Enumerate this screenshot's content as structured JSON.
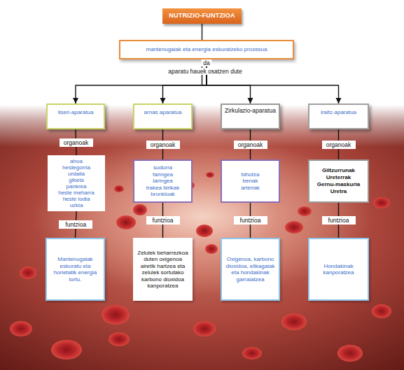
{
  "diagram": {
    "nodes": [
      {
        "text": [
          "NUTRIZIO-FUNTZIOA"
        ]
      },
      {
        "text": [
          "mantenugaiak eta energia eskuratzeko prozesua"
        ]
      },
      {
        "text": [
          "liseri-aparatua"
        ]
      },
      {
        "text": [
          "arnas aparatua"
        ]
      },
      {
        "text": [
          "Zirkulazio-aparatua"
        ]
      },
      {
        "text": [
          "iraitz-aparatua"
        ]
      },
      {
        "text": [
          "ahoa",
          "hestegorria",
          "urdaila",
          "gibela",
          "pankrea",
          "heste meharra",
          "heste lodia",
          "uzkia"
        ]
      },
      {
        "text": [
          "sudurra",
          "faringea",
          "laringea",
          "trakea birikak",
          "bronkioak"
        ]
      },
      {
        "text": [
          "bihotza",
          "benak",
          "arteriak"
        ]
      },
      {
        "text": [
          "Giltzurrunak",
          "Ureterrak",
          "Gernu-maskuria",
          "Uretra"
        ]
      },
      {
        "text": [
          "Mantenugaiak eskuratu eta horietatik energia lortu."
        ]
      },
      {
        "text": [
          "Zelulek beharrezkoa duten oxigenoa airetik hartzea eta zelulek sortutako karbono dioxidoa kanporatzea"
        ]
      },
      {
        "text": [
          "Oxigenoa, karbono dioxidoa, elikagaiak eta hondakinak garraiatzea"
        ]
      },
      {
        "text": [
          "Hondakinak kanporatzea"
        ]
      }
    ],
    "edges": [
      {
        "from": 0,
        "to": 1,
        "label": "da",
        "arrow": "to"
      },
      {
        "from": 1,
        "to": 2,
        "arrow": "to"
      },
      {
        "from": 1,
        "to": 3,
        "arrow": "to"
      },
      {
        "from": 1,
        "to": 4,
        "arrow": "to"
      },
      {
        "from": 1,
        "to": 5,
        "arrow": "to"
      },
      {
        "from": 2,
        "to": 6,
        "label": "organoak",
        "arrow": "none"
      },
      {
        "from": 3,
        "to": 7,
        "label": "organoak",
        "arrow": "none"
      },
      {
        "from": 4,
        "to": 8,
        "label": "organoak",
        "arrow": "none"
      },
      {
        "from": 5,
        "to": 9,
        "label": "organoak",
        "arrow": "none"
      },
      {
        "from": 6,
        "to": 10,
        "label": "funtzioa",
        "arrow": "none"
      },
      {
        "from": 7,
        "to": 11,
        "label": "funtzioa",
        "arrow": "none"
      },
      {
        "from": 8,
        "to": 12,
        "label": "funtzioa",
        "arrow": "none"
      },
      {
        "from": 9,
        "to": 13,
        "label": "funtzioa",
        "arrow": "none"
      }
    ],
    "labels": [
      "aparatu hauek osatzen dute"
    ]
  }
}
